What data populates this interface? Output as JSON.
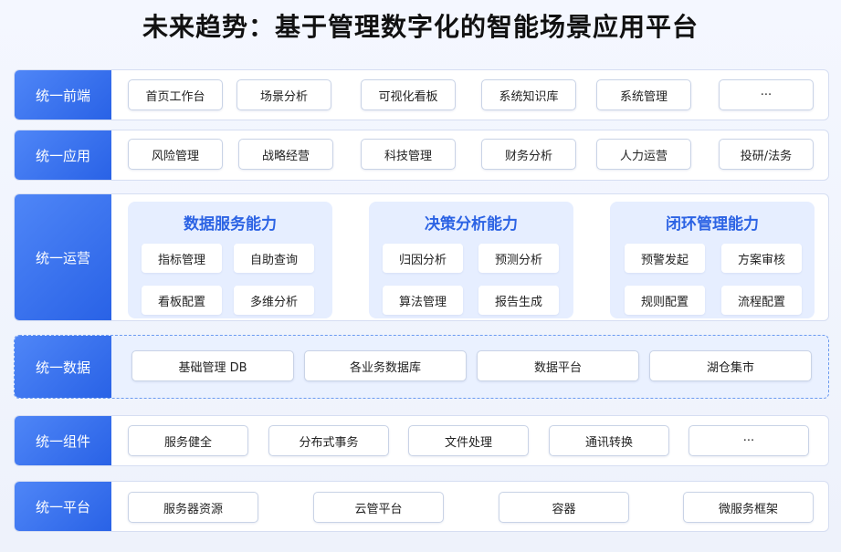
{
  "title": "未来趋势：基于管理数字化的智能场景应用平台",
  "layers": {
    "frontend": {
      "label": "统一前端",
      "items": [
        "首页工作台",
        "场景分析",
        "可视化看板",
        "系统知识库",
        "系统管理",
        "···"
      ]
    },
    "application": {
      "label": "统一应用",
      "items": [
        "风险管理",
        "战略经营",
        "科技管理",
        "财务分析",
        "人力运营",
        "投研/法务"
      ]
    },
    "operation": {
      "label": "统一运营",
      "groups": [
        {
          "title": "数据服务能力",
          "items": [
            "指标管理",
            "自助查询",
            "看板配置",
            "多维分析"
          ]
        },
        {
          "title": "决策分析能力",
          "items": [
            "归因分析",
            "预测分析",
            "算法管理",
            "报告生成"
          ]
        },
        {
          "title": "闭环管理能力",
          "items": [
            "预警发起",
            "方案审核",
            "规则配置",
            "流程配置"
          ]
        }
      ]
    },
    "data": {
      "label": "统一数据",
      "items": [
        "基础管理 DB",
        "各业务数据库",
        "数据平台",
        "湖仓集市"
      ]
    },
    "component": {
      "label": "统一组件",
      "items": [
        "服务健全",
        "分布式事务",
        "文件处理",
        "通讯转换",
        "···"
      ]
    },
    "platform": {
      "label": "统一平台",
      "items": [
        "服务器资源",
        "云管平台",
        "容器",
        "微服务框架"
      ]
    }
  },
  "colors": {
    "accent": "#2962e6",
    "group_bg": "#e6eeff",
    "group_title": "#2c63e4"
  }
}
